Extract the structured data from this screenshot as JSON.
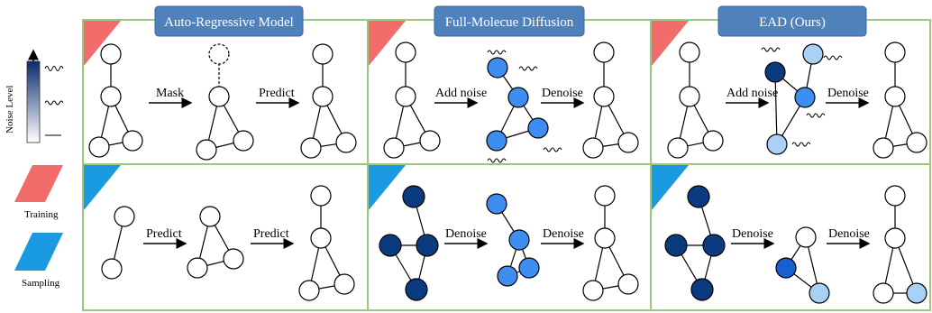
{
  "headers": {
    "ar": "Auto-Regressive Model",
    "fm": "Full-Molecue Diffusion",
    "ead": "EAD (Ours)"
  },
  "legend": {
    "noise_axis": "Noise Level",
    "training": "Training",
    "sampling": "Sampling"
  },
  "labels": {
    "mask": "Mask",
    "predict": "Predict",
    "add_noise": "Add noise",
    "denoise": "Denoise"
  },
  "colors": {
    "header_fill": "#4f81bd",
    "panel_border": "#9bc97a",
    "training_flag": "#f26c6c",
    "sampling_flag": "#1a9ae0",
    "node_dark": "#0b3a7e",
    "node_mid": "#3d8ef0",
    "node_light": "#a9d0f5"
  }
}
